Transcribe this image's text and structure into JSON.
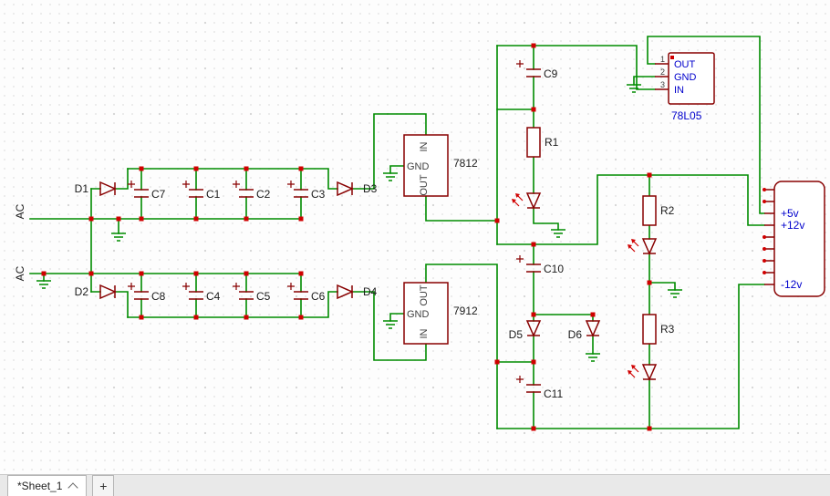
{
  "schematic": {
    "colors": {
      "wire": "#008B00",
      "symbol": "#880000",
      "junction": "#D00000",
      "net_label": "#0000CC",
      "text": "#1A1A1A"
    },
    "ports": {
      "ac1": "AC",
      "ac2": "AC"
    },
    "diodes": {
      "d1": "D1",
      "d2": "D2",
      "d3": "D3",
      "d4": "D4",
      "d5": "D5",
      "d6": "D6"
    },
    "capacitors": {
      "c1": "C1",
      "c2": "C2",
      "c3": "C3",
      "c4": "C4",
      "c5": "C5",
      "c6": "C6",
      "c7": "C7",
      "c8": "C8",
      "c9": "C9",
      "c10": "C10",
      "c11": "C11"
    },
    "resistors": {
      "r1": "R1",
      "r2": "R2",
      "r3": "R3"
    },
    "regulators": {
      "u7812": {
        "name": "7812",
        "pin_top": "IN",
        "pin_left": "GND",
        "pin_bottom": "OUT"
      },
      "u7912": {
        "name": "7912",
        "pin_top": "OUT",
        "pin_left": "GND",
        "pin_bottom": "IN"
      },
      "u78l05": {
        "name": "78L05",
        "pin1_num": "1",
        "pin2_num": "2",
        "pin3_num": "3",
        "pin1_name": "OUT",
        "pin2_name": "GND",
        "pin3_name": "IN"
      }
    },
    "connector": {
      "pin_5v": "+5v",
      "pin_12v": "+12v",
      "pin_n12v": "-12v"
    }
  },
  "statusbar": {
    "sheet_tab": "*Sheet_1",
    "sheet_add": "+"
  }
}
